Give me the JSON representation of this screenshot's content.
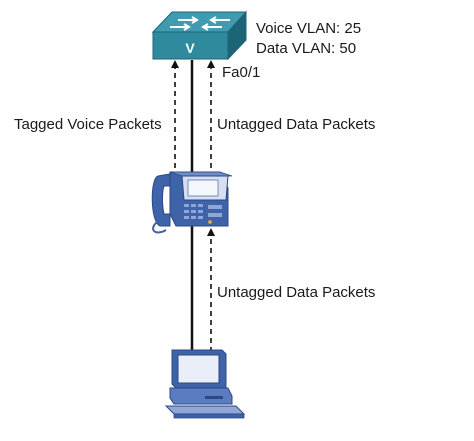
{
  "switch": {
    "voice_vlan": "Voice VLAN: 25",
    "data_vlan": "Data VLAN: 50",
    "port": "Fa0/1",
    "symbol": "V",
    "icon": "multilayer-switch-icon"
  },
  "links": {
    "tagged_voice": "Tagged Voice Packets",
    "untagged_data_upper": "Untagged Data Packets",
    "untagged_data_lower": "Untagged Data Packets"
  },
  "devices": {
    "phone_icon": "ip-phone-icon",
    "pc_icon": "desktop-pc-icon"
  },
  "colors": {
    "switch_top": "#2f8a9e",
    "switch_side": "#1d6576",
    "device_blue": "#3f63a8",
    "device_light": "#8fa6d6",
    "screen": "#dfe6f4",
    "line": "#111111"
  }
}
